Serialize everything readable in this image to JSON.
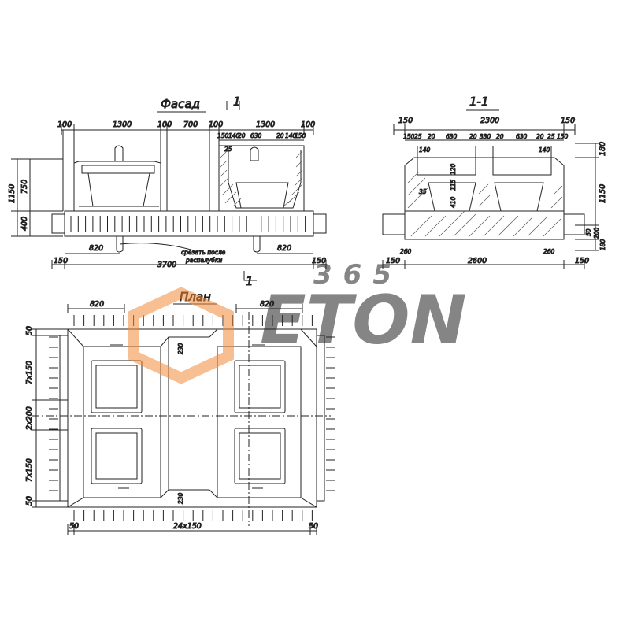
{
  "colors": {
    "ink": "#222222",
    "hatch": "#555555",
    "watermark_gray": "#7a7a7a",
    "watermark_orange": "#f28a3a"
  },
  "facade": {
    "title": "Фасад",
    "section_mark": "1",
    "top_dims": [
      "100",
      "1300",
      "100",
      "700",
      "100",
      "1300",
      "100"
    ],
    "inner_dims": [
      "150",
      "140",
      "20",
      "630",
      "20",
      "140",
      "150"
    ],
    "inner_small": "25",
    "left_dims": [
      "1150",
      "750",
      "400"
    ],
    "bottom_dims": [
      "820",
      "820"
    ],
    "total_dims": [
      "150",
      "3700",
      "150"
    ],
    "note_line1": "срезать после",
    "note_line2": "распалубки"
  },
  "section": {
    "title": "1-1",
    "top_dims": [
      "150",
      "2300",
      "150"
    ],
    "inner_dims": [
      "150",
      "25",
      "20",
      "630",
      "20",
      "330",
      "20",
      "630",
      "20",
      "25",
      "150"
    ],
    "label_140a": "140",
    "label_140b": "140",
    "right_dims": [
      "180",
      "1150",
      "50",
      "200",
      "180"
    ],
    "inner_vert": [
      "120",
      "410",
      "115"
    ],
    "label_35": "35",
    "label_260a": "260",
    "label_260b": "260",
    "bottom_dims": [
      "150",
      "2600",
      "150"
    ]
  },
  "plan": {
    "title": "План",
    "section_mark": "1",
    "top_dims": [
      "820",
      "820"
    ],
    "left_dims": [
      "50",
      "7x150",
      "2x200",
      "7x150",
      "50"
    ],
    "inner_dims": [
      "230",
      "230"
    ],
    "bottom_dims": [
      "50",
      "24x150",
      "50"
    ]
  },
  "watermark": {
    "digits": "365",
    "word": "ETON"
  }
}
